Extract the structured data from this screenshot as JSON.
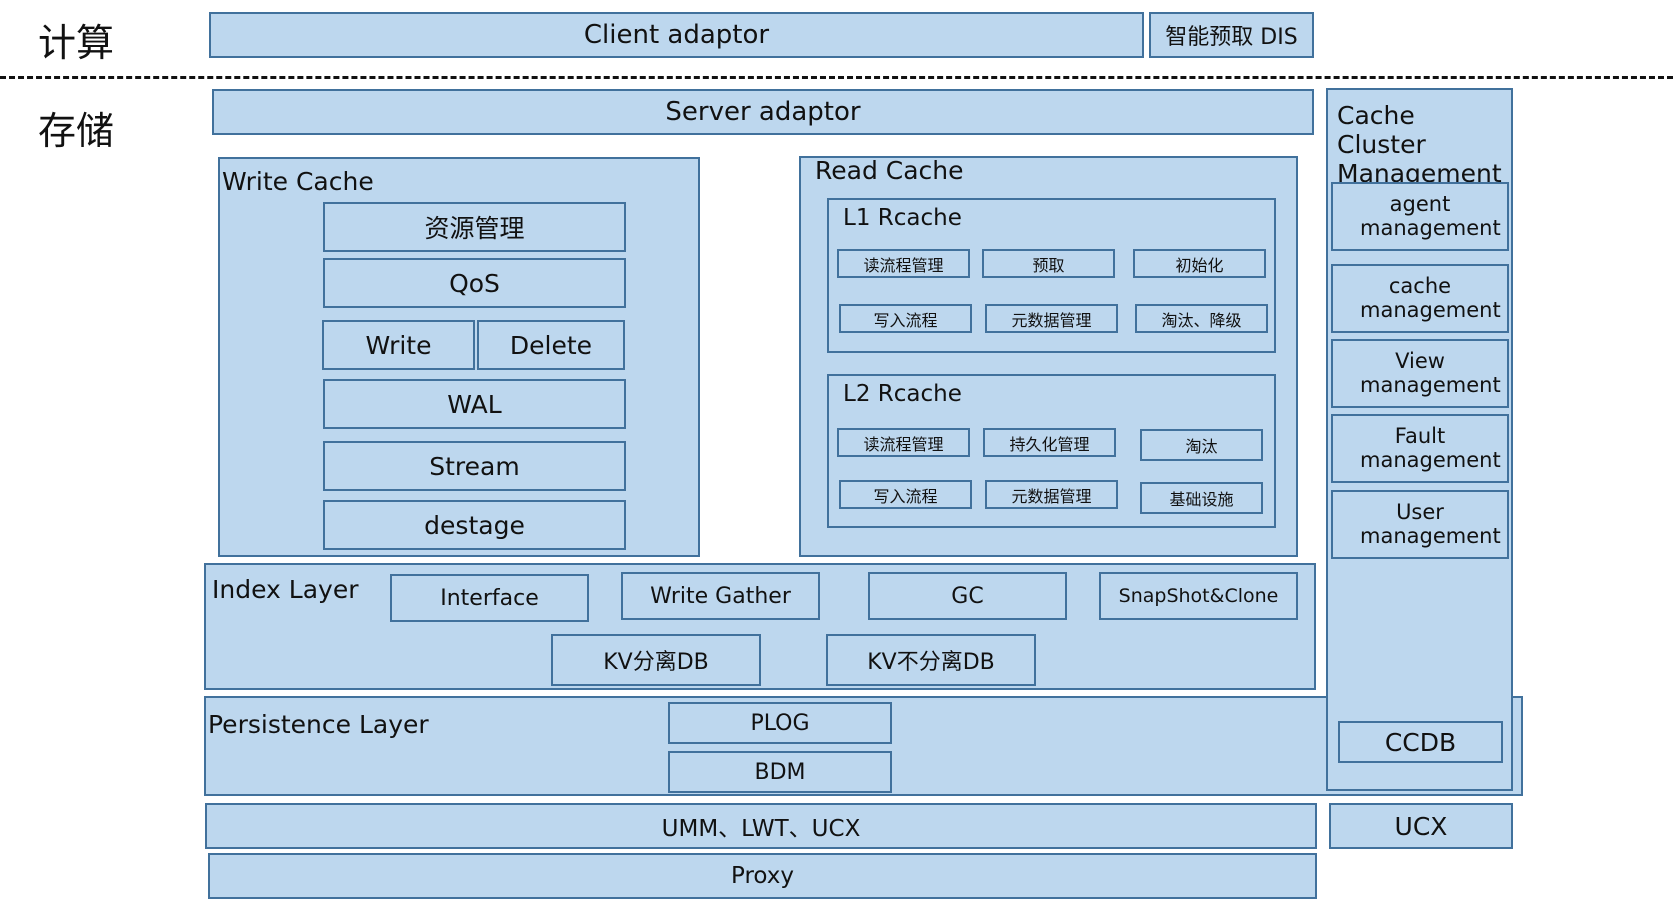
{
  "side_labels": {
    "compute": "计算",
    "storage": "存储"
  },
  "top": {
    "client_adaptor": "Client adaptor",
    "dis": "智能预取 DIS"
  },
  "server_adaptor": "Server adaptor",
  "write_cache": {
    "title": "Write Cache",
    "items": [
      "资源管理",
      "QoS",
      "Write",
      "Delete",
      "WAL",
      "Stream",
      "destage"
    ]
  },
  "read_cache": {
    "title": "Read Cache",
    "l1": {
      "title": "L1 Rcache",
      "items": [
        "读流程管理",
        "预取",
        "初始化",
        "写入流程",
        "元数据管理",
        "淘汰、降级"
      ]
    },
    "l2": {
      "title": "L2 Rcache",
      "items": [
        "读流程管理",
        "持久化管理",
        "淘汰",
        "写入流程",
        "元数据管理",
        "基础设施"
      ]
    }
  },
  "ccm": {
    "title": "Cache Cluster Management",
    "items": [
      "agent management",
      "cache management",
      "View management",
      "Fault management",
      "User management"
    ],
    "ccdb": "CCDB"
  },
  "index_layer": {
    "title": "Index Layer",
    "items": [
      "Interface",
      "Write Gather",
      "GC",
      "SnapShot&Clone",
      "KV分离DB",
      "KV不分离DB"
    ]
  },
  "persistence_layer": {
    "title": "Persistence Layer",
    "plog": "PLOG",
    "bdm": "BDM"
  },
  "umm": "UMM、LWT、UCX",
  "ucx": "UCX",
  "proxy": "Proxy"
}
